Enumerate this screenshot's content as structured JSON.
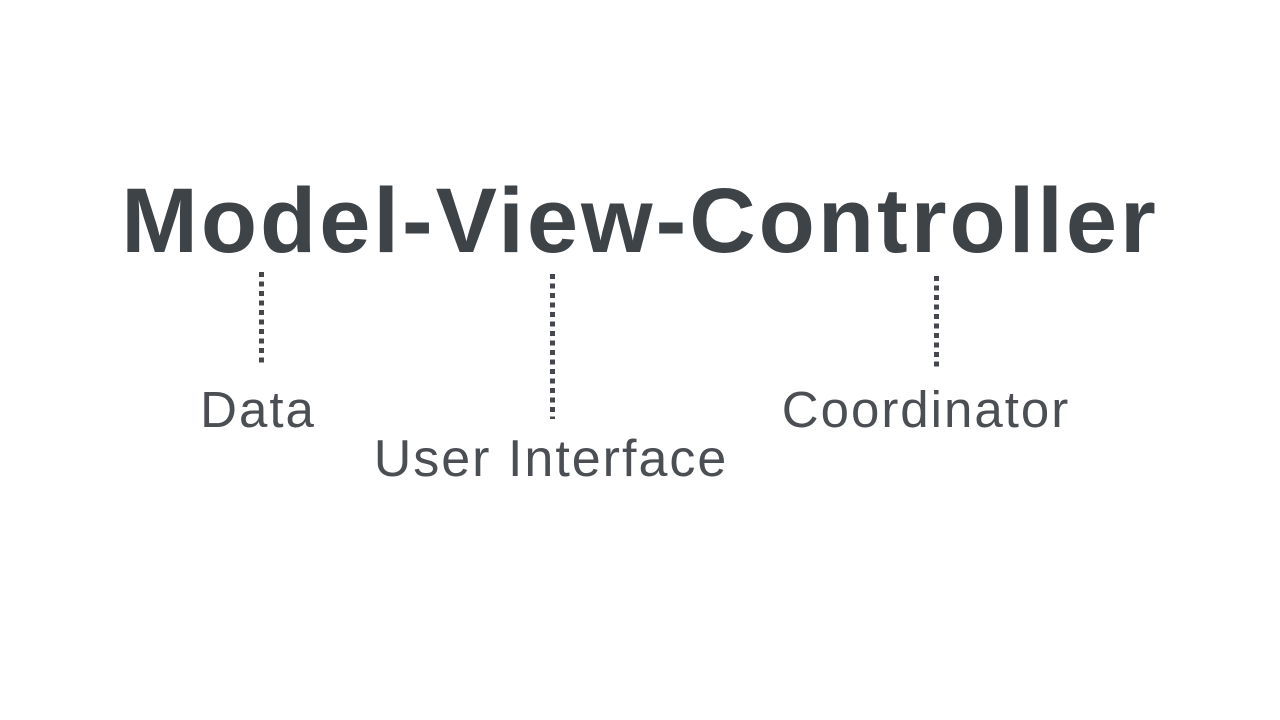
{
  "diagram": {
    "title": "Model-View-Controller",
    "components": [
      {
        "part": "Model",
        "meaning": "Data"
      },
      {
        "part": "View",
        "meaning": "User Interface"
      },
      {
        "part": "Controller",
        "meaning": "Coordinator"
      }
    ],
    "connector_style": "vertical-dotted-line",
    "colors": {
      "background": "#ffffff",
      "title_text": "#3e4347",
      "label_text": "#4b4f54",
      "connector": "#44484c"
    }
  }
}
